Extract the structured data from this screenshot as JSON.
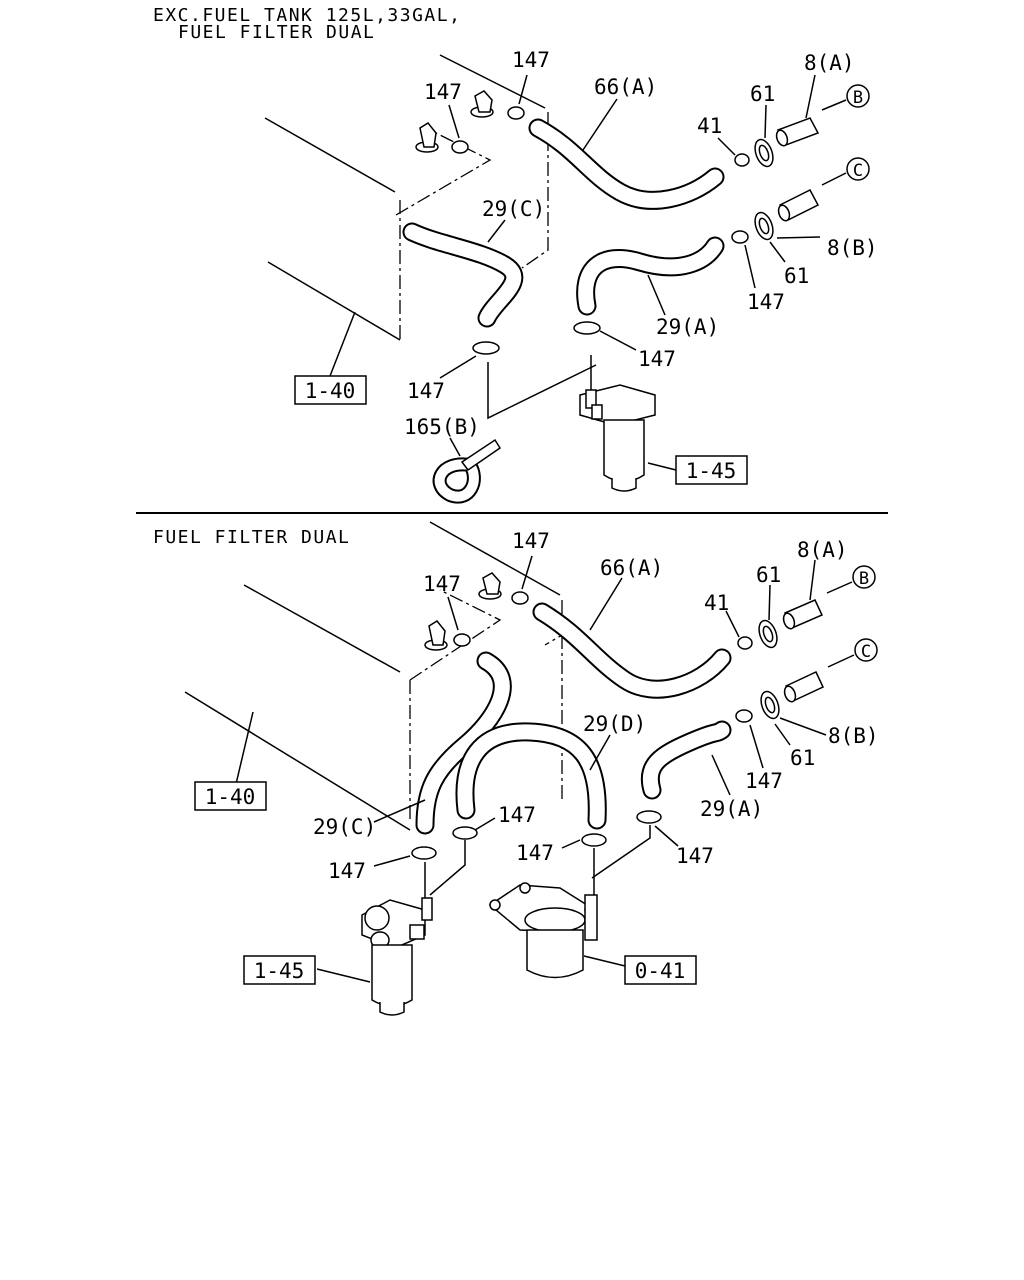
{
  "top": {
    "title_line1": "EXC.FUEL TANK 125L,33GAL,",
    "title_line2": "FUEL FILTER DUAL",
    "labels": {
      "clamp_a": "147",
      "clamp_b": "147",
      "hose_66a": "66(A)",
      "clip_61_top": "61",
      "tube_8a": "8(A)",
      "connector_b": "B",
      "clip_41": "41",
      "connector_c": "C",
      "hose_29c": "29(C)",
      "tube_8b": "8(B)",
      "clip_61_bottom": "61",
      "clamp_c": "147",
      "hose_29a": "29(A)",
      "clamp_d": "147",
      "clamp_e": "147",
      "band_165b": "165(B)"
    },
    "ref_tank": "1-40",
    "ref_filter": "1-45"
  },
  "bottom": {
    "title": "FUEL FILTER DUAL",
    "labels": {
      "clamp_a": "147",
      "clamp_b": "147",
      "hose_66a": "66(A)",
      "tube_8a": "8(A)",
      "clip_61_top": "61",
      "connector_b": "B",
      "clip_41": "41",
      "connector_c": "C",
      "hose_29d": "29(D)",
      "tube_8b": "8(B)",
      "clip_61_bottom": "61",
      "clamp_c": "147",
      "hose_29a": "29(A)",
      "hose_29c": "29(C)",
      "clamp_d": "147",
      "clamp_e": "147",
      "clamp_f": "147",
      "clamp_g": "147"
    },
    "ref_tank": "1-40",
    "ref_filter": "1-45",
    "ref_filter2": "0-41"
  }
}
